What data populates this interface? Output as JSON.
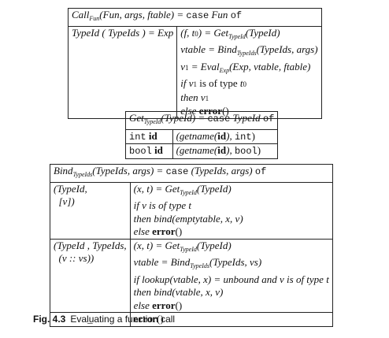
{
  "call_table": {
    "header": {
      "name": "Call",
      "sub": "Fun",
      "params": "(Fun, args, ftable) = ",
      "kw": "case",
      "subject": " Fun ",
      "of": "of"
    },
    "pattern": "TypeId ( TypeIds ) = Exp",
    "body": [
      {
        "pre": "(f, t",
        "zero": "0",
        "post": ") = Get",
        "sub": "TypeId",
        "tail": "(TypeId)"
      },
      {
        "pre": "vtable = Bind",
        "sub": "TypeIds",
        "tail": "(TypeIds, args)"
      },
      {
        "pre": "v",
        "one": "1",
        "mid": " = Eval",
        "sub": "Exp",
        "tail": "(Exp, vtable, ftable)"
      },
      {
        "if": "if",
        "v": "v",
        "one": "1",
        "is": " is of type ",
        "t": "t",
        "zero": "0"
      },
      {
        "then": "then",
        "v": "v",
        "one": "1"
      },
      {
        "else": "else",
        "err": "error",
        "paren": "()"
      }
    ]
  },
  "get_table": {
    "header": {
      "name": "Get",
      "sub": "TypeId",
      "params": "(TypeId) = ",
      "kw": "case",
      "subject": " TypeId ",
      "of": "of"
    },
    "rows": [
      {
        "kw": "int",
        "id": "id",
        "rhs_pre": "(getname(",
        "rhs_id": "id",
        "rhs_mid": "), ",
        "rhs_tt": "int",
        "rhs_post": ")"
      },
      {
        "kw": "bool",
        "id": "id",
        "rhs_pre": "(getname(",
        "rhs_id": "id",
        "rhs_mid": "), ",
        "rhs_tt": "bool",
        "rhs_post": ")"
      }
    ]
  },
  "bind_table": {
    "header": {
      "name": "Bind",
      "sub": "TypeIds",
      "params": "(TypeIds, args) = ",
      "kw": "case",
      "subject": " (TypeIds, args) ",
      "of": "of"
    },
    "case1": {
      "pattern": [
        "(TypeId,",
        "  [v])"
      ],
      "body": [
        {
          "pre": "(x, t) = Get",
          "sub": "TypeId",
          "tail": "(TypeId)"
        },
        {
          "if": "if",
          "rest": " v is of type t"
        },
        {
          "then": "then",
          "rest": " bind(emptytable, x, v)"
        },
        {
          "else": "else",
          "err": "error",
          "paren": "()"
        }
      ]
    },
    "case2": {
      "pattern": [
        "(TypeId , TypeIds,",
        "  (v :: vs))"
      ],
      "body": [
        {
          "pre": "(x, t) = Get",
          "sub": "TypeId",
          "tail": "(TypeId)"
        },
        {
          "pre": "vtable = Bind",
          "sub": "TypeIds",
          "tail": "(TypeIds, vs)"
        },
        {
          "if": "if",
          "rest": " lookup(vtable, x) = unbound  and  v is of type t"
        },
        {
          "then": "then",
          "rest": " bind(vtable, x, v)"
        },
        {
          "else": "else",
          "err": "error",
          "paren": "()"
        }
      ]
    },
    "case3": {
      "pattern": "_",
      "body": {
        "err": "error",
        "paren": "()"
      }
    }
  },
  "caption": {
    "label": "Fig. 4.3",
    "text": "Evaluating a function call"
  }
}
